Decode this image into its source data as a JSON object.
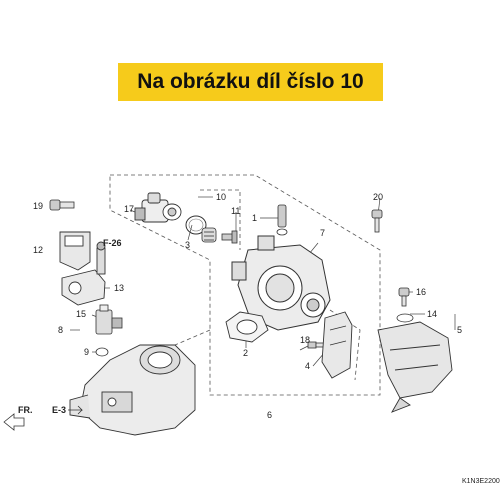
{
  "banner": {
    "text": "Na obrázku díl číslo 10",
    "bg_color": "#f6cb1b"
  },
  "callouts": [
    "1",
    "2",
    "3",
    "4",
    "5",
    "6",
    "7",
    "8",
    "9",
    "10",
    "11",
    "12",
    "13",
    "14",
    "15",
    "16",
    "17",
    "18",
    "19",
    "20"
  ],
  "refs": {
    "f26": "F-26",
    "e3": "E-3",
    "fr": "FR."
  },
  "diagram_code": "K1N3E2200"
}
